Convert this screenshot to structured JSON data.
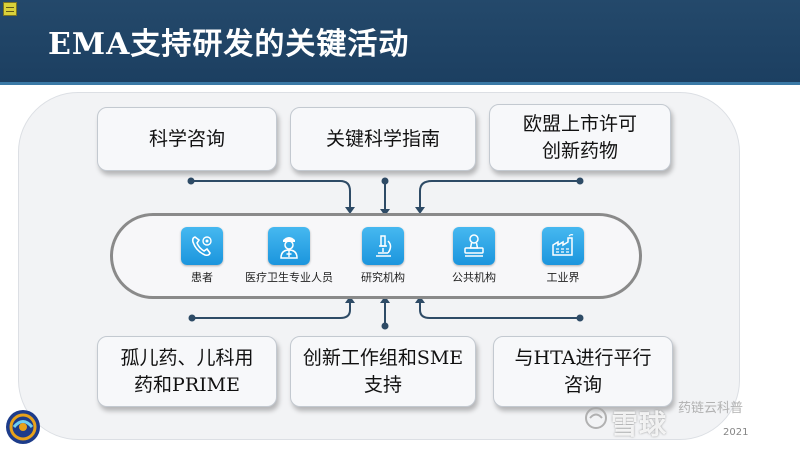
{
  "header": {
    "title": "EMA支持研发的关键活动"
  },
  "top_cards": [
    {
      "lines": [
        "科学咨询"
      ]
    },
    {
      "lines": [
        "关键科学指南"
      ]
    },
    {
      "lines": [
        "欧盟上市许可",
        "创新药物"
      ]
    }
  ],
  "stakeholders": [
    {
      "label": "患者",
      "icon": "phone-icon"
    },
    {
      "label": "医疗卫生专业人员",
      "icon": "doctor-icon"
    },
    {
      "label": "研究机构",
      "icon": "microscope-icon"
    },
    {
      "label": "公共机构",
      "icon": "stamp-icon"
    },
    {
      "label": "工业界",
      "icon": "factory-icon"
    }
  ],
  "bottom_cards": [
    {
      "lines": [
        "孤儿药、儿科用",
        "药和PRIME"
      ]
    },
    {
      "lines": [
        "创新工作组和SME",
        "支持"
      ]
    },
    {
      "lines": [
        "与HTA进行平行",
        "咨询"
      ]
    }
  ],
  "watermark": {
    "text": "雪球",
    "handle": "药链云科普",
    "year": "2021"
  },
  "colors": {
    "header": "#1f4466",
    "icon_blue": "#1f9ae0",
    "connector": "#2e4b66"
  }
}
